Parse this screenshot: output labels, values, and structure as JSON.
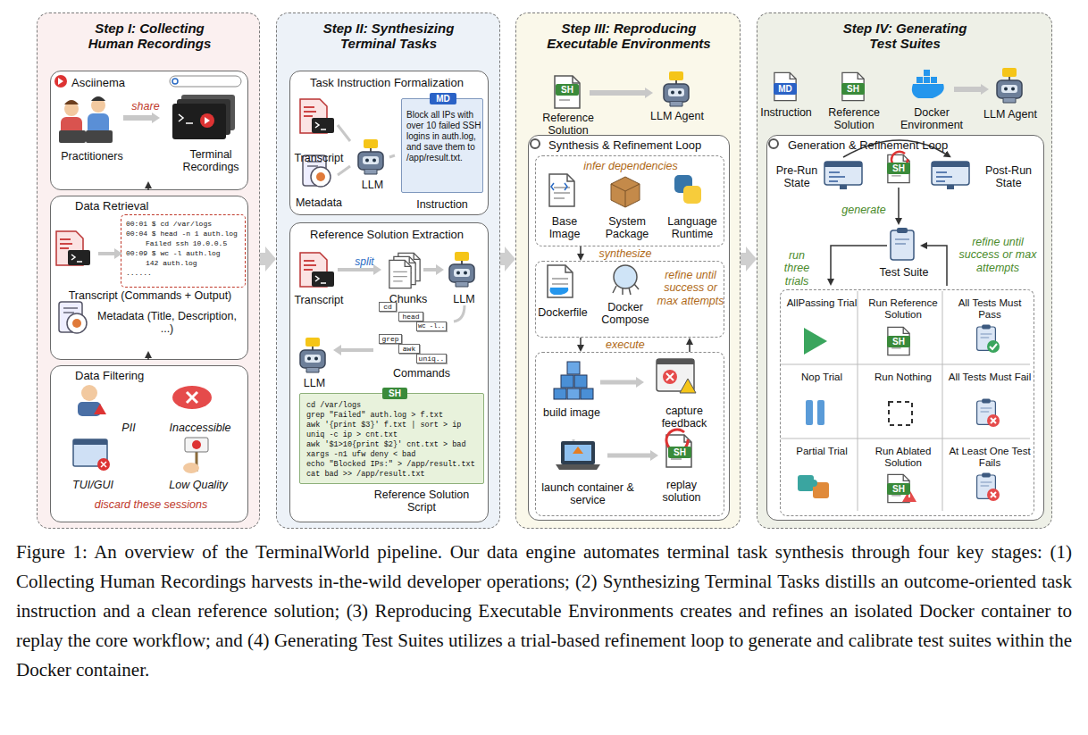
{
  "diagram": {
    "caption": "Figure 1: An overview of the TerminalWorld pipeline. Our data engine automates terminal task synthesis through four key stages: (1) Collecting Human Recordings harvests in-the-wild developer operations; (2) Synthesizing Terminal Tasks distills an outcome-oriented task instruction and a clean reference solution; (3) Reproducing Executable Environments creates and refines an isolated Docker container to replay the core workflow; and (4) Generating Test Suites utilizes a trial-based refinement loop to generate and calibrate test suites within the Docker container.",
    "nodes": [
      {
        "text": [
          "Step I: Collecting Human Recordings"
        ]
      },
      {
        "text": [
          "Asciinema",
          "Practitioners",
          "Terminal Recordings"
        ],
        "in": 0
      },
      {
        "text": [
          "Data Retrieval",
          "Transcript (Commands + Output)",
          "Metadata (Title, Description, ...)"
        ],
        "in": 0
      },
      {
        "text": [
          "00:01 $ cd /var/logs",
          "00:04 $ head -n 1 auth.log",
          "Failed ssh 10.0.0.5",
          "00:09 $ wc -l auth.log",
          "142 auth.log",
          "......"
        ],
        "in": 2
      },
      {
        "text": [
          "Data Filtering",
          "PII",
          "Inaccessible",
          "TUI/GUI",
          "Low Quality",
          "discard these sessions"
        ],
        "in": 0
      },
      {
        "text": [
          "Step II: Synthesizing Terminal Tasks"
        ]
      },
      {
        "text": [
          "Task Instruction Formalization",
          "Transcript",
          "Metadata",
          "LLM",
          "Instruction"
        ],
        "in": 5
      },
      {
        "text": [
          "MD",
          "Block all IPs with over 10 failed SSH logins in auth.log, and save them to /app/result.txt."
        ],
        "in": 6
      },
      {
        "text": [
          "Reference Solution Extraction",
          "Transcript",
          "split",
          "Chunks",
          "LLM",
          "Commands",
          "LLM",
          "Reference Solution Script"
        ],
        "in": 5
      },
      {
        "text": [
          "SH",
          "cd /var/logs",
          "grep \"Failed\" auth.log > f.txt",
          "awk '{print $3}' f.txt | sort > ip",
          "uniq -c ip > cnt.txt",
          "awk '$1>10{print $2}' cnt.txt > bad",
          "xargs -n1 ufw deny < bad",
          "echo \"Blocked IPs:\" > /app/result.txt",
          "cat bad >> /app/result.txt"
        ],
        "in": 8
      },
      {
        "text": [
          "Step III: Reproducing Executable Environments",
          "Reference Solution",
          "LLM Agent"
        ]
      },
      {
        "text": [
          "Synthesis & Refinement Loop"
        ],
        "in": 10
      },
      {
        "text": [
          "infer dependencies",
          "Base Image",
          "System Package",
          "Language Runtime"
        ],
        "in": 11
      },
      {
        "text": [
          "Dockerfile",
          "Docker Compose",
          "refine until success or max attempts"
        ],
        "in": 11
      },
      {
        "text": [
          "build image",
          "capture feedback",
          "launch container & service",
          "replay solution"
        ],
        "in": 11
      },
      {
        "text": [
          "Step IV: Generating Test Suites",
          "Instruction",
          "Reference Solution",
          "Docker Environment",
          "LLM Agent"
        ]
      },
      {
        "text": [
          "Generation & Refinement Loop",
          "Pre-Run State",
          "Post-Run State",
          "generate",
          "run three trials",
          "Test Suite",
          "refine until success or max attempts"
        ],
        "in": 15
      },
      {
        "text": [
          "AllPassing Trial",
          "Run Reference Solution",
          "All Tests Must Pass",
          "Nop Trial",
          "Run Nothing",
          "All Tests Must Fail",
          "Partial Trial",
          "Run Ablated Solution",
          "At Least One Test Fails"
        ],
        "in": 16
      }
    ],
    "edges": [
      {
        "from": 0,
        "to": 5,
        "arrow": "to"
      },
      {
        "from": 5,
        "to": 10,
        "arrow": "to"
      },
      {
        "from": 10,
        "to": 15,
        "arrow": "to"
      },
      {
        "from": 1,
        "to": 2,
        "arrow": "to"
      },
      {
        "from": 2,
        "to": 4,
        "arrow": "to"
      },
      {
        "from": 12,
        "to": 13,
        "arrow": "to",
        "label": "synthesize"
      },
      {
        "from": 13,
        "to": 14,
        "arrow": "to",
        "label": "execute"
      },
      {
        "from": 14,
        "to": 13,
        "arrow": "to"
      }
    ],
    "labels": [
      "share",
      "cd",
      "head",
      "wc -l..",
      "grep",
      "awk",
      "uniq..",
      "SH",
      "SH",
      "MD",
      "SH",
      "SH",
      "SH",
      "SH"
    ]
  }
}
